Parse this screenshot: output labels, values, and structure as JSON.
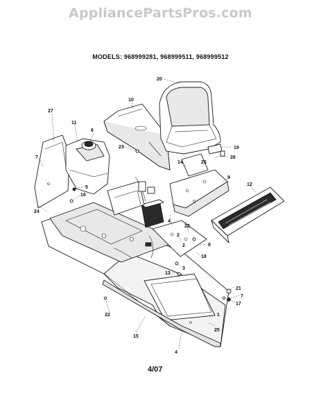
{
  "watermark": "AppliancePartsPros.com",
  "models_label": "MODELS: 968999281,  968999511,  968999512",
  "page_number": "4/07",
  "callouts": [
    "20",
    "10",
    "27",
    "11",
    "6",
    "19",
    "26",
    "7",
    "23",
    "14",
    "25",
    "9",
    "12",
    "5",
    "16",
    "24",
    "4",
    "22",
    "2",
    "8",
    "18",
    "3",
    "13",
    "21",
    "7",
    "17",
    "1",
    "25",
    "15",
    "22",
    "4",
    "2"
  ]
}
